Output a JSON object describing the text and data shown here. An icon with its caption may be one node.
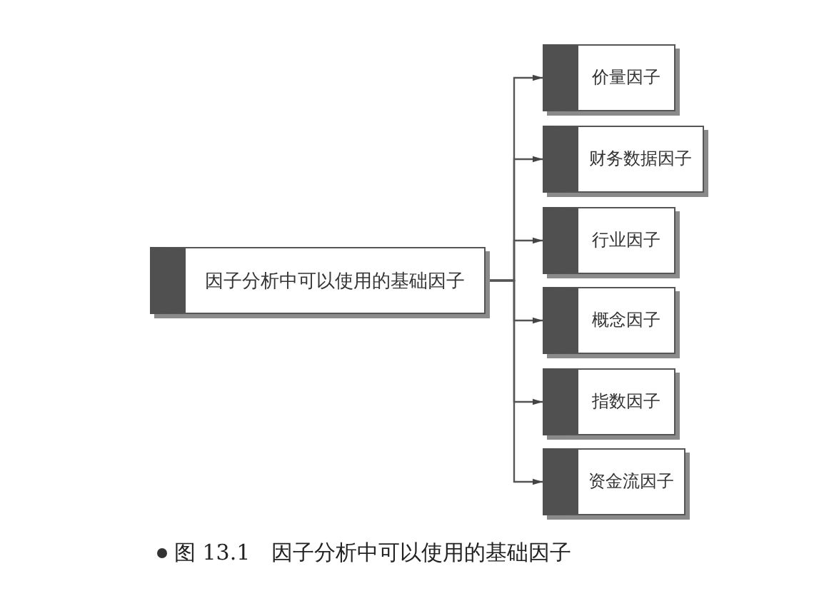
{
  "diagram": {
    "caption": "图 13.1　因子分析中可以使用的基础因子",
    "nodes": [
      {
        "text": [
          "因子分析中可以使用的基础因子"
        ]
      },
      {
        "text": [
          "价量因子"
        ]
      },
      {
        "text": [
          "财务数据因子"
        ]
      },
      {
        "text": [
          "行业因子"
        ]
      },
      {
        "text": [
          "概念因子"
        ]
      },
      {
        "text": [
          "指数因子"
        ]
      },
      {
        "text": [
          "资金流因子"
        ]
      }
    ],
    "edges": [
      {
        "from": 0,
        "to": 1,
        "arrow": "to"
      },
      {
        "from": 0,
        "to": 2,
        "arrow": "to"
      },
      {
        "from": 0,
        "to": 3,
        "arrow": "to"
      },
      {
        "from": 0,
        "to": 4,
        "arrow": "to"
      },
      {
        "from": 0,
        "to": 5,
        "arrow": "to"
      },
      {
        "from": 0,
        "to": 6,
        "arrow": "to"
      }
    ]
  }
}
